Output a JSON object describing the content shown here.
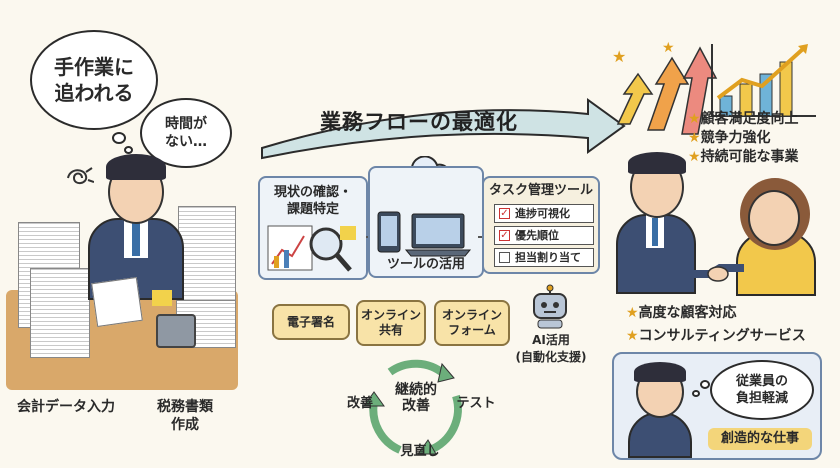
{
  "left": {
    "bubble_main": "手作業に\n追われる",
    "bubble_small": "時間が\nない…",
    "caption_data_entry": "会計データ入力",
    "caption_tax_docs": "税務書類\n作成"
  },
  "flow": {
    "title": "業務フローの最適化"
  },
  "panels": {
    "current_state_title": "現状の確認・\n課題特定",
    "tools_label": "ツールの活用",
    "task_tool_title": "タスク管理ツール",
    "task_items": [
      "進捗可視化",
      "優先順位",
      "担当割り当て"
    ]
  },
  "tools": {
    "e_signature": "電子署名",
    "online_sharing": "オンライン\n共有",
    "online_form": "オンライン\nフォーム",
    "ai_usage": "AI活用\n(自動化支援)"
  },
  "cycle": {
    "center": "継続的\n改善",
    "test": "テスト",
    "review": "見直し",
    "improve": "改善"
  },
  "right": {
    "benefits_top": [
      "顧客満足度向上",
      "競争力強化",
      "持続可能な事業"
    ],
    "benefits_bottom": [
      "高度な顧客対応",
      "コンサルティングサービス"
    ],
    "worker_speech": "従業員の\n負担軽減",
    "creative_work": "創造的な仕事"
  },
  "colors": {
    "panel_border": "#6d86a8",
    "arrow_fill": "#cfe3e4",
    "star": "#e0a020",
    "pill": "#f8e3a8"
  }
}
